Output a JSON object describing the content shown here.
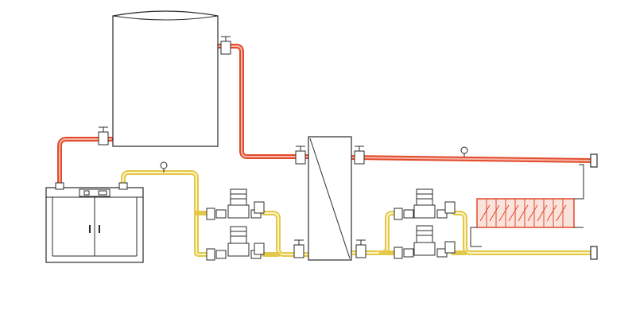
{
  "diagram": {
    "type": "heating-system-schematic",
    "components": [
      {
        "id": "storage-tank",
        "kind": "tank"
      },
      {
        "id": "boiler",
        "kind": "boiler-cabinet"
      },
      {
        "id": "plate-heat-exchanger",
        "kind": "heat-exchanger"
      },
      {
        "id": "primary-pump-upper",
        "kind": "pump"
      },
      {
        "id": "primary-pump-lower",
        "kind": "pump"
      },
      {
        "id": "secondary-pump-upper",
        "kind": "pump"
      },
      {
        "id": "secondary-pump-lower",
        "kind": "pump"
      },
      {
        "id": "radiator",
        "kind": "radiator"
      }
    ],
    "lines": [
      {
        "id": "hot-supply",
        "color": "#e24a2b"
      },
      {
        "id": "cold-return",
        "color": "#e3c84a"
      }
    ]
  }
}
